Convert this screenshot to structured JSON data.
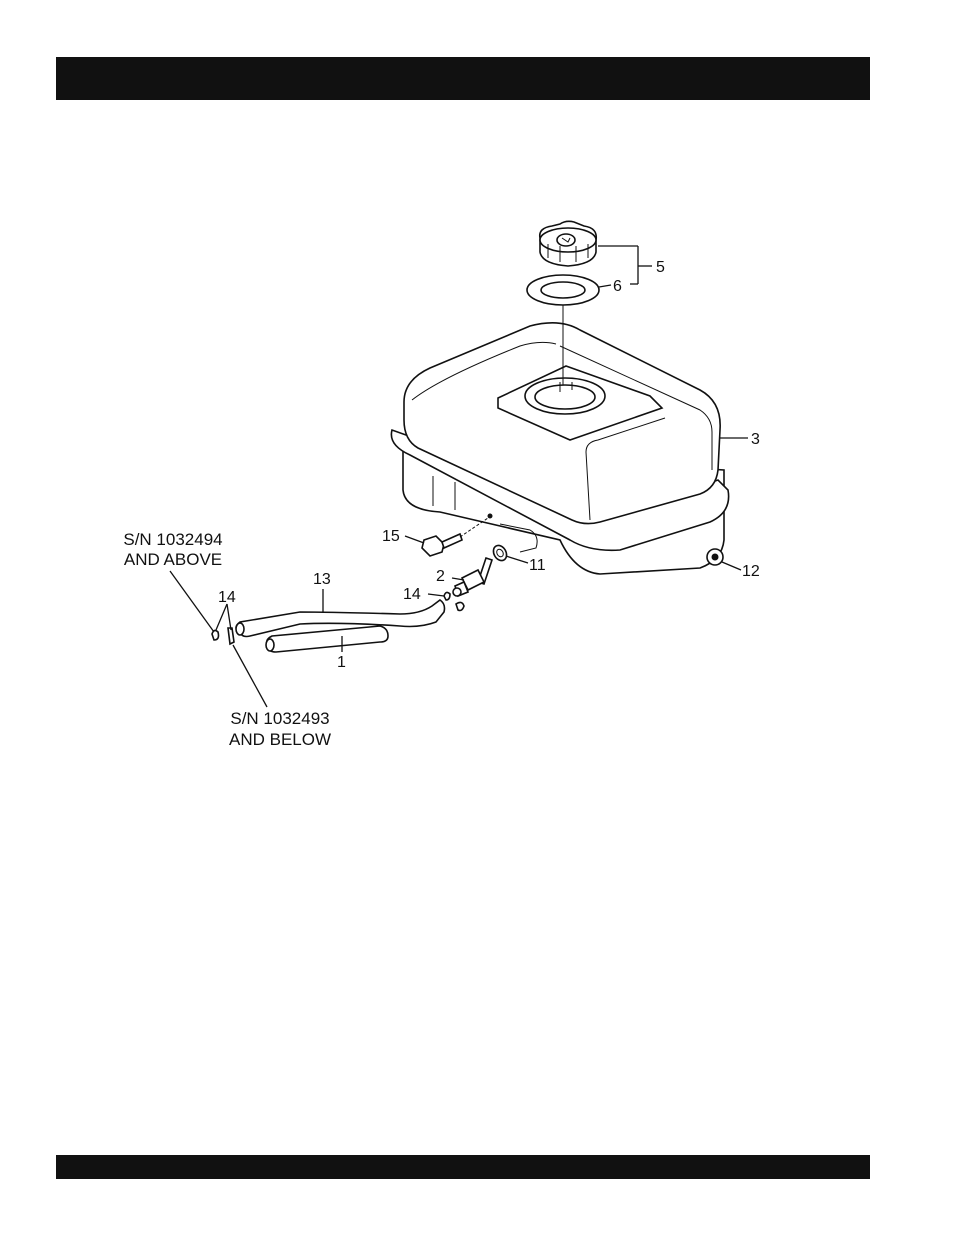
{
  "callouts": {
    "c1": "1",
    "c2": "2",
    "c3": "3",
    "c5": "5",
    "c6": "6",
    "c11": "11",
    "c12": "12",
    "c13": "13",
    "c14a": "14",
    "c14b": "14",
    "c15": "15"
  },
  "notes": {
    "above_line1": "S/N 1032494",
    "above_line2": "AND ABOVE",
    "below_line1": "S/N 1032493",
    "below_line2": "AND BELOW"
  },
  "colors": {
    "header_bar": "#111111",
    "footer_bar": "#111111",
    "line_art": "#111111"
  }
}
